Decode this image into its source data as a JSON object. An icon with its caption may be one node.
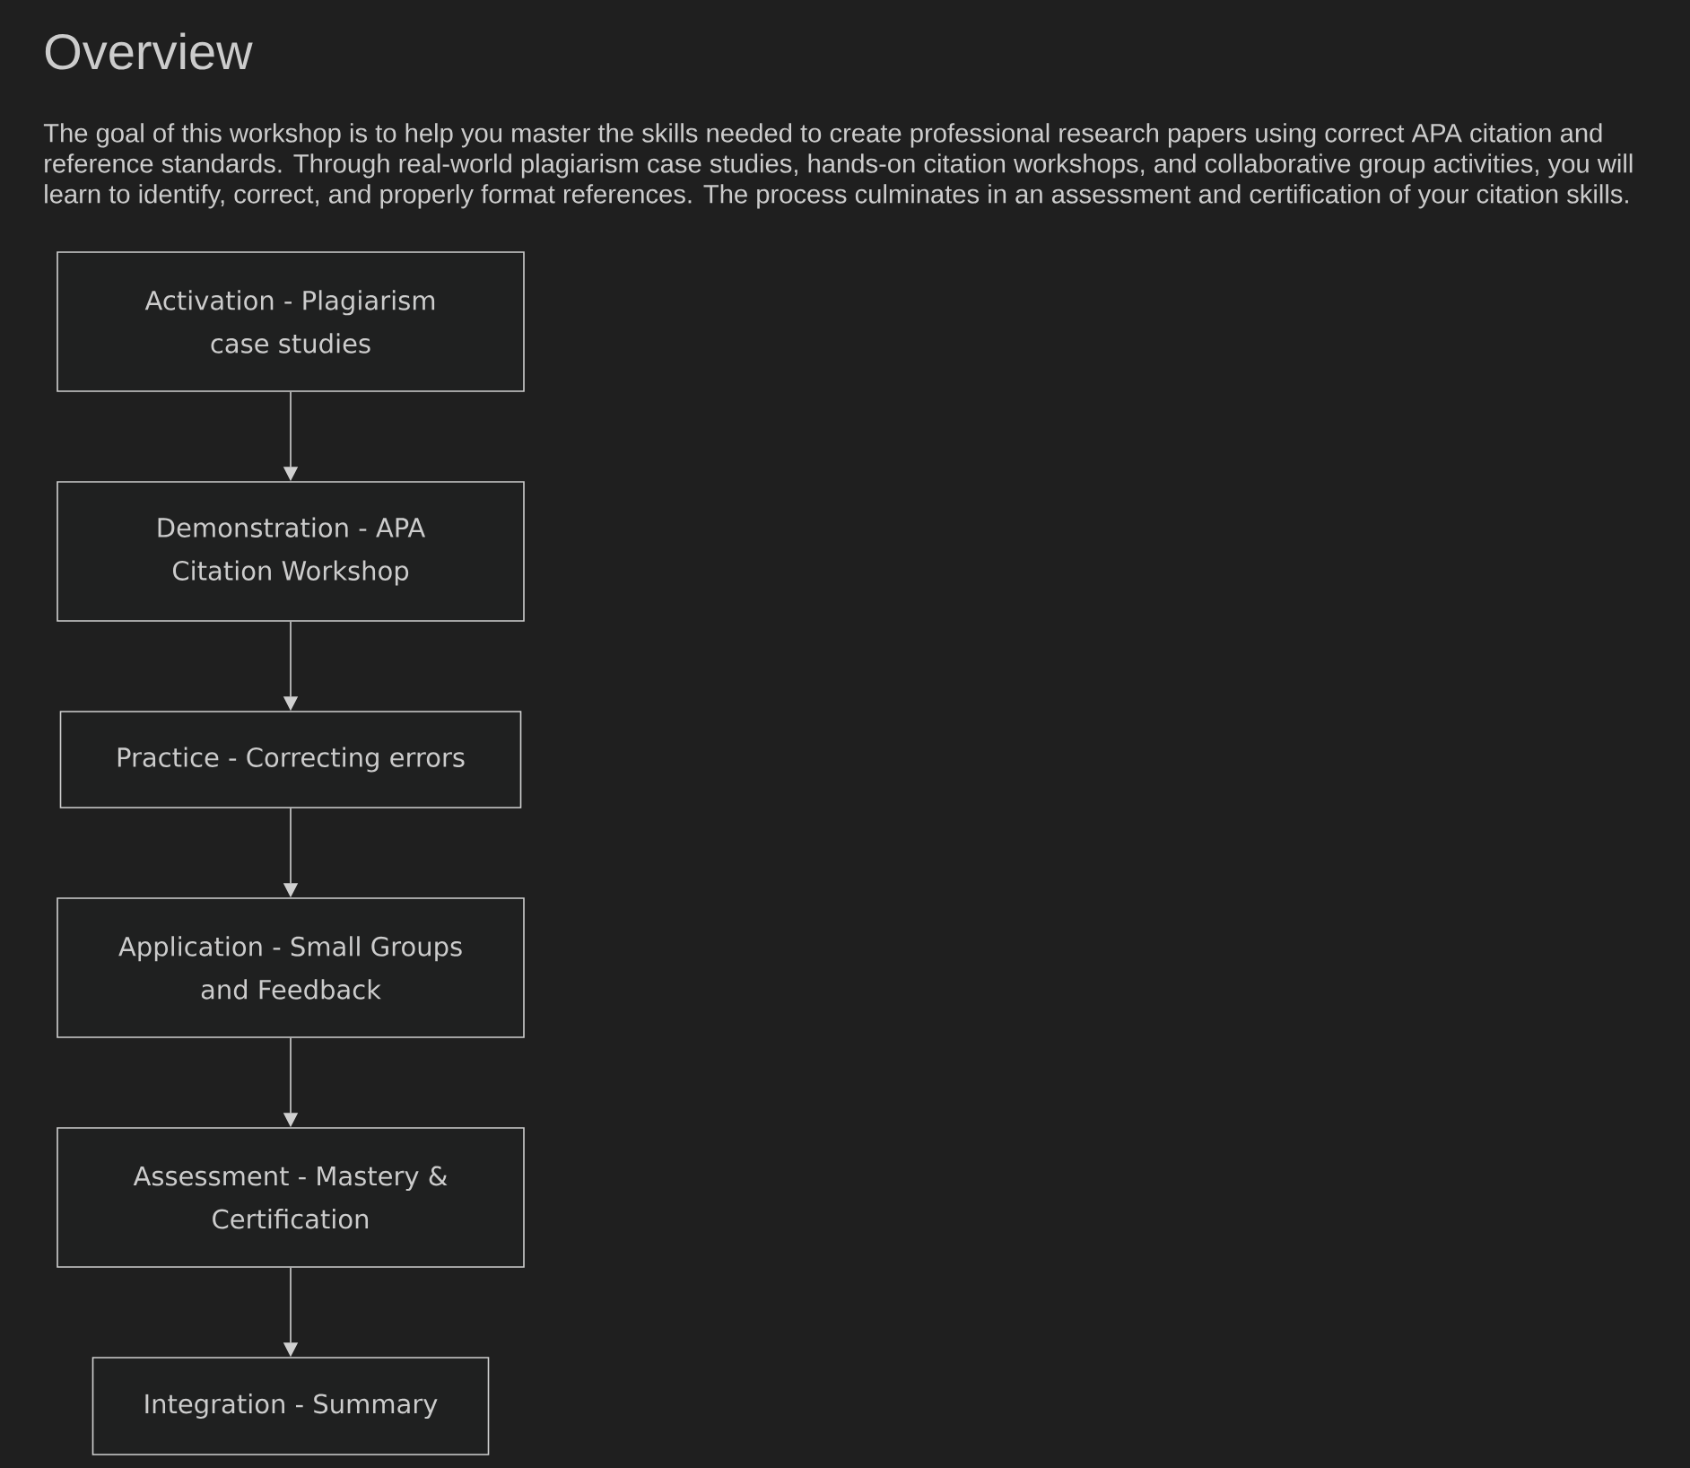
{
  "diagram": {
    "title": "Overview",
    "nodes": [
      {
        "text": [
          "Activation - Plagiarism case studies"
        ]
      },
      {
        "text": [
          "Demonstration - APA Citation Workshop"
        ]
      },
      {
        "text": [
          "Practice - Correcting errors"
        ]
      },
      {
        "text": [
          "Application - Small Groups and Feedback"
        ]
      },
      {
        "text": [
          "Assessment - Mastery & Certification"
        ]
      },
      {
        "text": [
          "Integration - Summary"
        ]
      }
    ],
    "edges": [
      {
        "from": 0,
        "to": 1,
        "arrow": "to"
      },
      {
        "from": 1,
        "to": 2,
        "arrow": "to"
      },
      {
        "from": 2,
        "to": 3,
        "arrow": "to"
      },
      {
        "from": 3,
        "to": 4,
        "arrow": "to"
      },
      {
        "from": 4,
        "to": 5,
        "arrow": "to"
      }
    ],
    "labels": [
      "The goal of this workshop is to help you master the skills needed to create professional research papers using correct APA citation and reference standards. Through real-world plagiarism case studies, hands-on citation workshops, and collaborative group activities, you will learn to identify, correct, and properly format references. The process culminates in an assessment and certification of your citation skills."
    ]
  }
}
